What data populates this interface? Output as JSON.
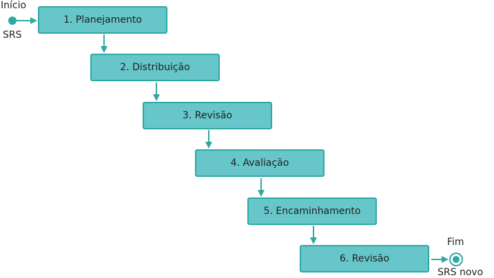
{
  "start": {
    "label": "Início",
    "sublabel": "SRS"
  },
  "steps": [
    {
      "label": "1. Planejamento"
    },
    {
      "label": "2. Distribuição"
    },
    {
      "label": "3. Revisão"
    },
    {
      "label": "4. Avaliação"
    },
    {
      "label": "5. Encaminhamento"
    },
    {
      "label": "6. Revisão"
    }
  ],
  "end": {
    "label": "Fim",
    "sublabel": "SRS novo"
  },
  "colors": {
    "fill": "#67c6c9",
    "stroke": "#2fa8a2",
    "text": "#1f1f1f"
  }
}
